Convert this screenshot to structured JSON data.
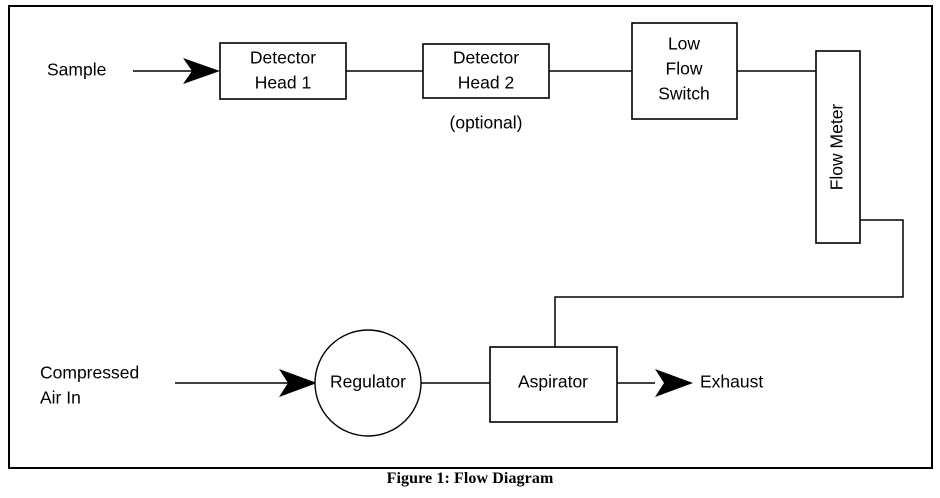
{
  "figure": {
    "caption": "Figure 1: Flow Diagram",
    "frame_color": "#000000",
    "background_color": "#ffffff",
    "line_color": "#000000"
  },
  "nodes": {
    "sample_label": "Sample",
    "detector_head_1_line1": "Detector",
    "detector_head_1_line2": "Head 1",
    "detector_head_2_line1": "Detector",
    "detector_head_2_line2": "Head 2",
    "detector_head_2_note": "(optional)",
    "low_flow_switch_line1": "Low",
    "low_flow_switch_line2": "Flow",
    "low_flow_switch_line3": "Switch",
    "flow_meter_label": "Flow Meter",
    "compressed_air_line1": "Compressed",
    "compressed_air_line2": "Air In",
    "regulator_label": "Regulator",
    "aspirator_label": "Aspirator",
    "exhaust_label": "Exhaust"
  },
  "flow": {
    "sequence": [
      "Sample",
      "Detector Head 1",
      "Detector Head 2 (optional)",
      "Low Flow Switch",
      "Flow Meter",
      "Aspirator"
    ],
    "air_sequence": [
      "Compressed Air In",
      "Regulator",
      "Aspirator",
      "Exhaust"
    ]
  }
}
